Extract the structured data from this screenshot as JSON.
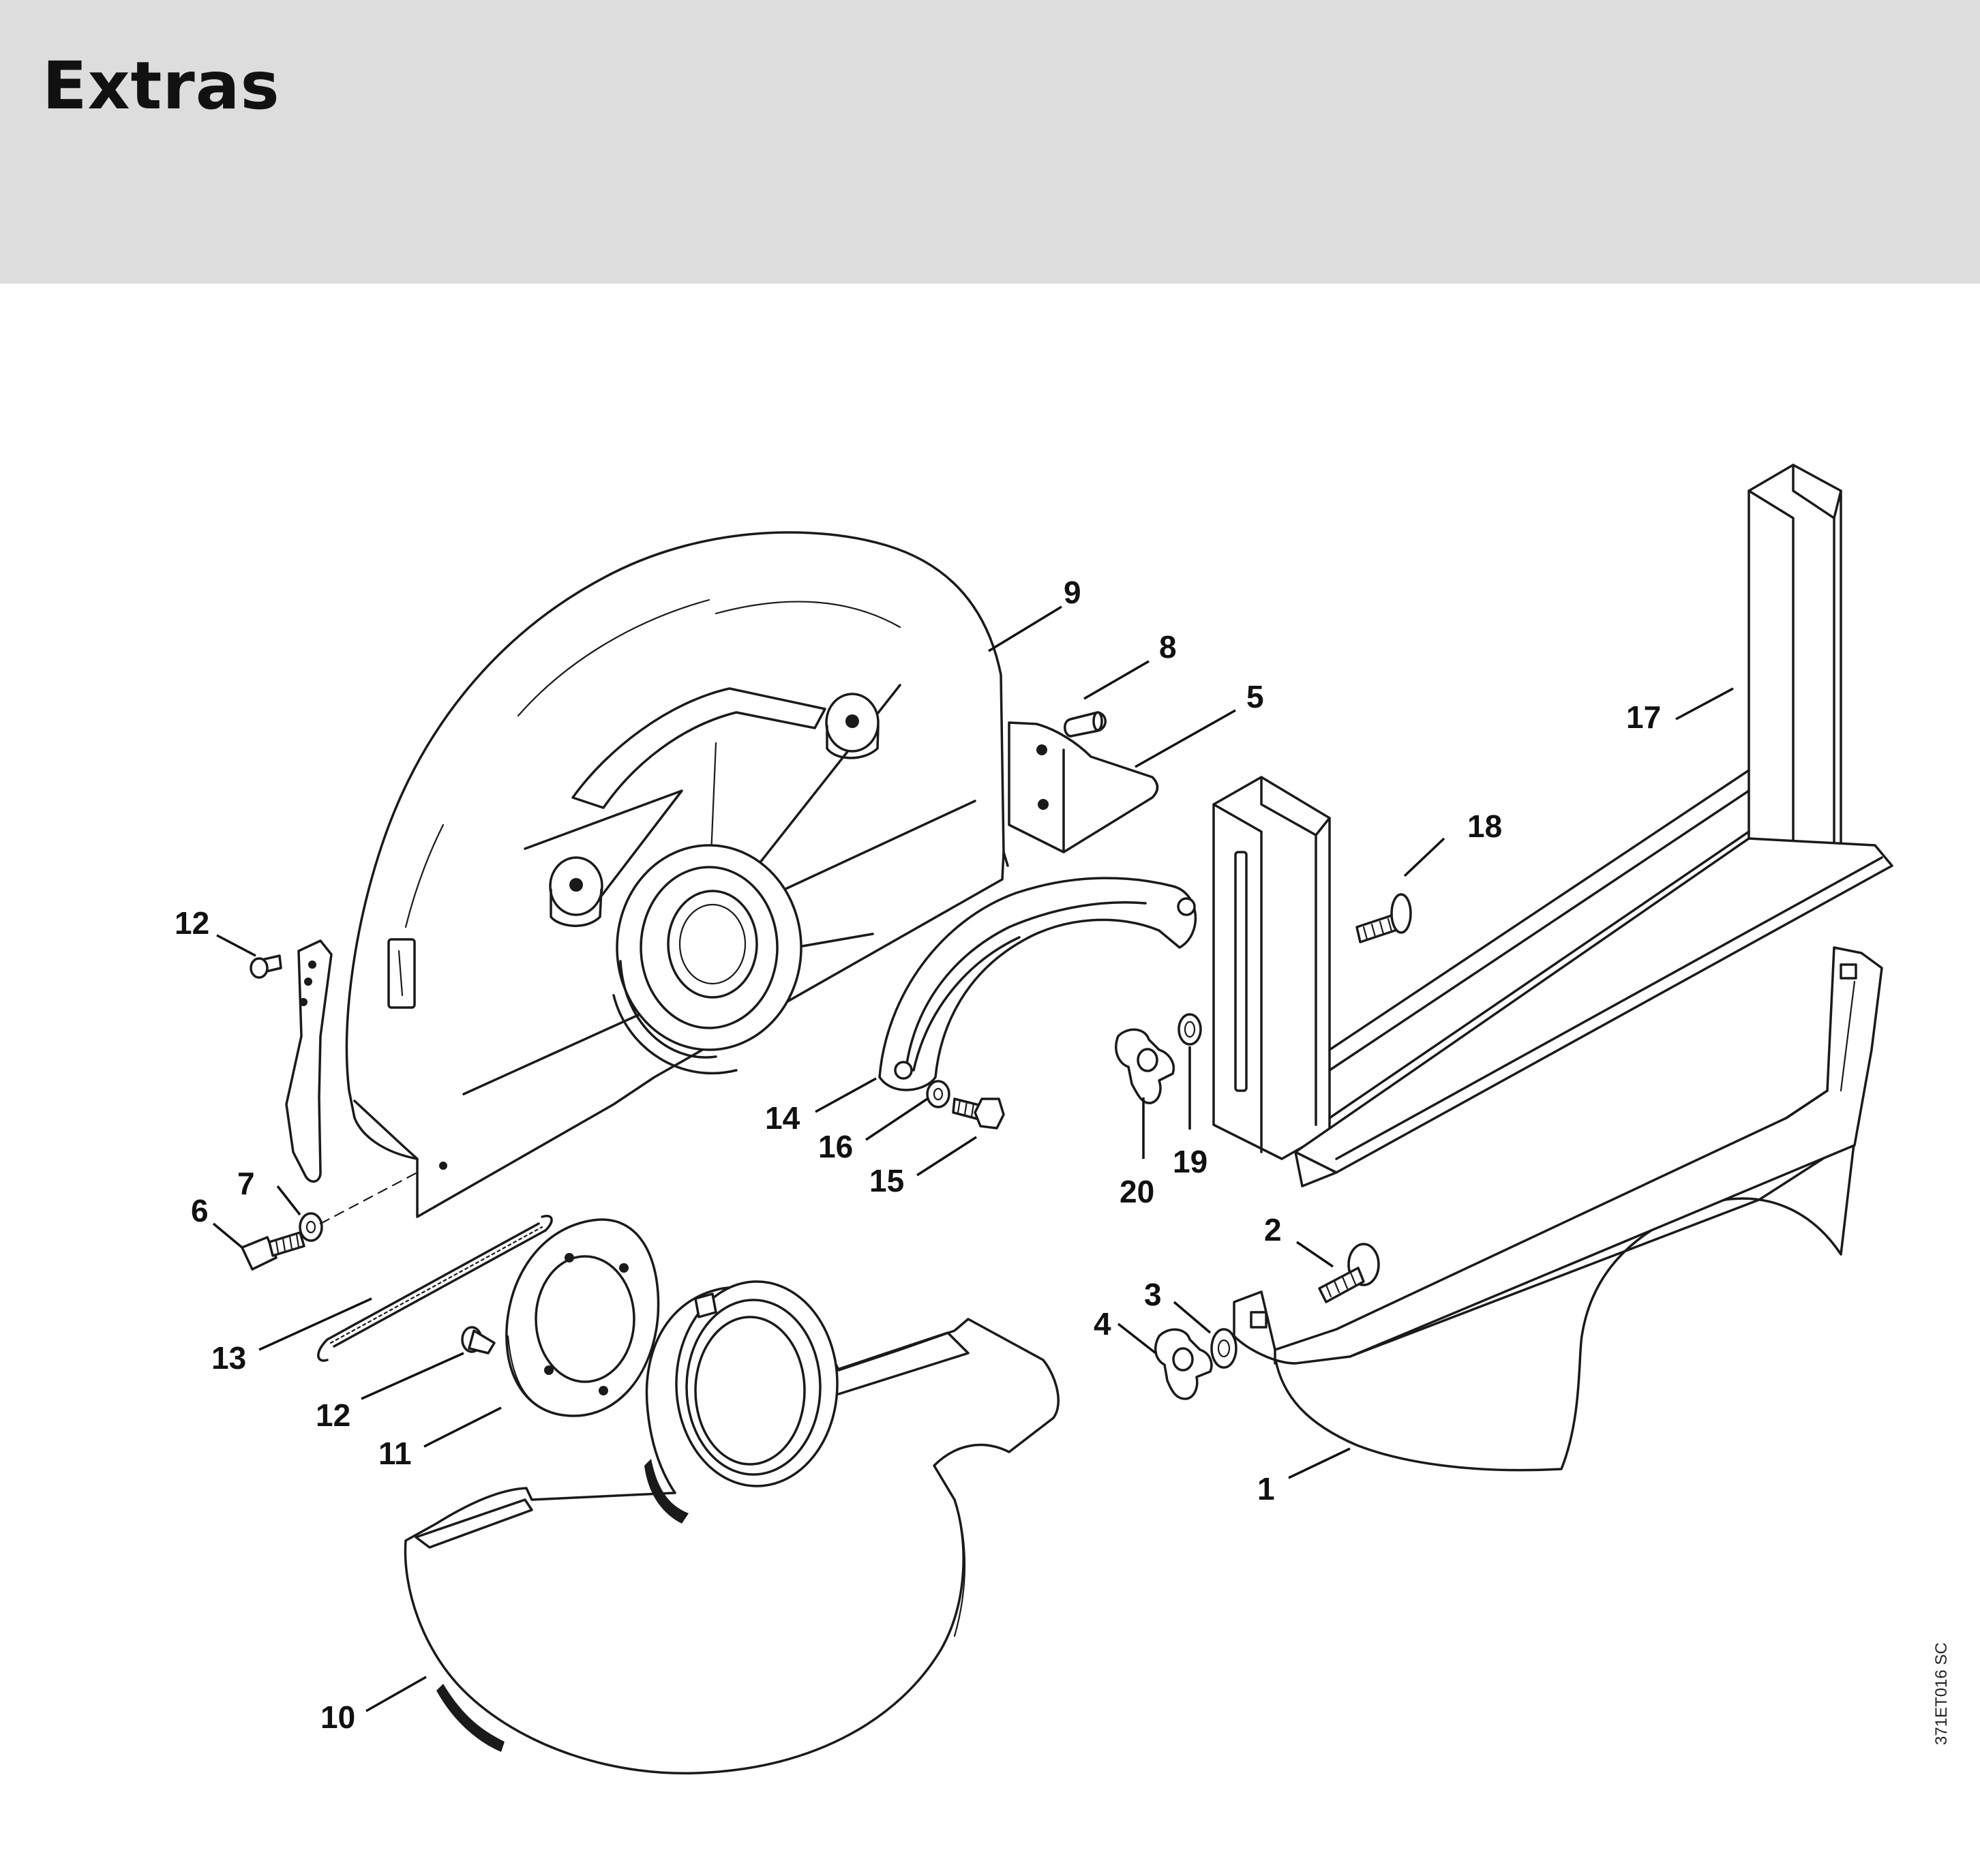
{
  "header": {
    "title": "Extras",
    "background": "#dcdddc"
  },
  "diagram": {
    "callouts": [
      {
        "id": "c1",
        "label": "1"
      },
      {
        "id": "c2",
        "label": "2"
      },
      {
        "id": "c3",
        "label": "3"
      },
      {
        "id": "c4",
        "label": "4"
      },
      {
        "id": "c5",
        "label": "5"
      },
      {
        "id": "c6",
        "label": "6"
      },
      {
        "id": "c7",
        "label": "7"
      },
      {
        "id": "c8",
        "label": "8"
      },
      {
        "id": "c9",
        "label": "9"
      },
      {
        "id": "c10",
        "label": "10"
      },
      {
        "id": "c11",
        "label": "11"
      },
      {
        "id": "c12a",
        "label": "12"
      },
      {
        "id": "c12b",
        "label": "12"
      },
      {
        "id": "c13",
        "label": "13"
      },
      {
        "id": "c14",
        "label": "14"
      },
      {
        "id": "c15",
        "label": "15"
      },
      {
        "id": "c16",
        "label": "16"
      },
      {
        "id": "c17",
        "label": "17"
      },
      {
        "id": "c18",
        "label": "18"
      },
      {
        "id": "c19",
        "label": "19"
      },
      {
        "id": "c20",
        "label": "20"
      }
    ],
    "document_code": "371ET016 SC"
  }
}
